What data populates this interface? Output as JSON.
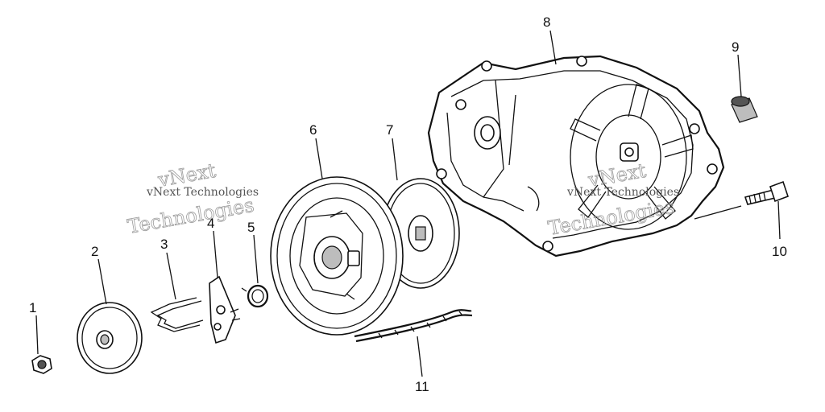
{
  "diagram": {
    "callouts": [
      {
        "id": "1",
        "label": "1"
      },
      {
        "id": "2",
        "label": "2"
      },
      {
        "id": "3",
        "label": "3"
      },
      {
        "id": "4",
        "label": "4"
      },
      {
        "id": "5",
        "label": "5"
      },
      {
        "id": "6",
        "label": "6"
      },
      {
        "id": "7",
        "label": "7"
      },
      {
        "id": "8",
        "label": "8"
      },
      {
        "id": "9",
        "label": "9"
      },
      {
        "id": "10",
        "label": "10"
      },
      {
        "id": "11",
        "label": "11"
      }
    ],
    "watermarks": {
      "left_small": "vNext Technologies",
      "left_big_top": "vNext",
      "left_big_bottom": "Technologies",
      "right_small": "vNext Technologies",
      "right_big_top": "vNext",
      "right_big_bottom": "Technologies"
    }
  }
}
